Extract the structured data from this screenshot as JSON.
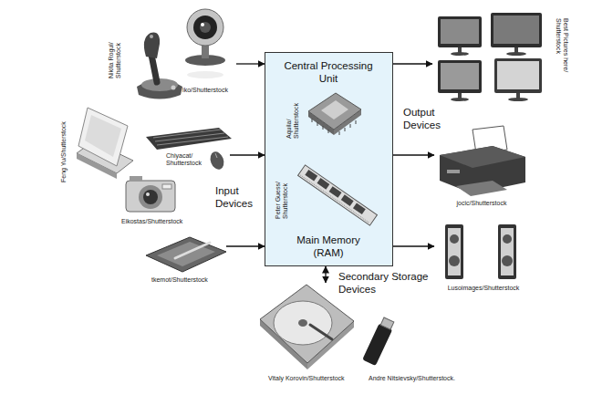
{
  "diagram": {
    "nodes": [
      {
        "text": [
          "Central Processing Unit",
          "Main Memory (RAM)"
        ]
      },
      {
        "text": [
          "iko/Shutterstock"
        ]
      },
      {
        "text": [
          "Chiyacat/ Shutterstock"
        ]
      },
      {
        "text": [
          "tkemot/Shutterstock"
        ]
      },
      {
        "text": [
          "Best Pictures here/ Shutterstock"
        ]
      },
      {
        "text": [
          "jocic/Shutterstock"
        ]
      },
      {
        "text": [
          "Lusoimages/Shutterstock"
        ]
      },
      {
        "text": [
          "Vitaly Korovin/Shutterstock",
          "Andre Nitsievsky/Shutterstock."
        ]
      }
    ],
    "edges": [
      {
        "from": 1,
        "to": 0,
        "arrow": "to"
      },
      {
        "from": 2,
        "to": 0,
        "arrow": "to"
      },
      {
        "from": 3,
        "to": 0,
        "arrow": "to"
      },
      {
        "from": 0,
        "to": 4,
        "arrow": "to"
      },
      {
        "from": 0,
        "to": 5,
        "arrow": "to"
      },
      {
        "from": 0,
        "to": 6,
        "arrow": "to"
      },
      {
        "from": 0,
        "to": 7,
        "arrow": "both"
      }
    ],
    "labels": [
      "Input Devices",
      "Output Devices",
      "Secondary Storage Devices",
      "Nikita Rogul/ Shutterstock",
      "Feng Yu/Shutterstock",
      "Eikostas/Shutterstock",
      "Aquila/ Shutterstock",
      "Peter Guess/ Shutterstock"
    ]
  }
}
